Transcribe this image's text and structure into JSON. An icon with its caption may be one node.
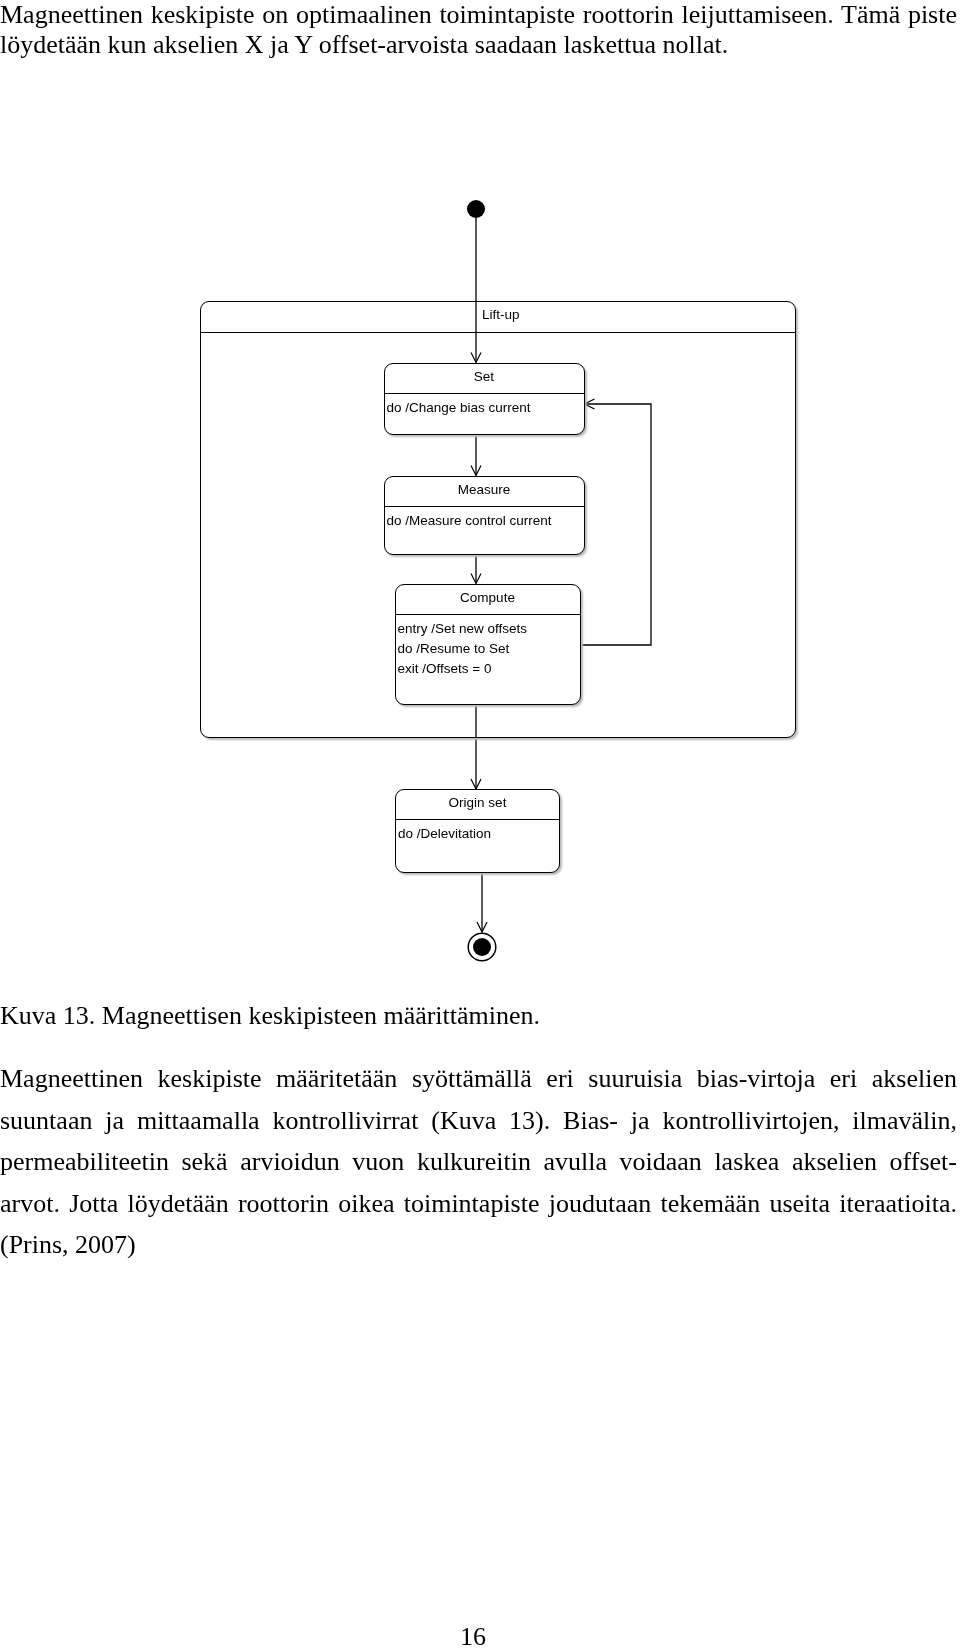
{
  "diagram": {
    "caption": "Kuva 13. Magneettisen keskipisteen määrittäminen.",
    "nodes": [
      {
        "text": [],
        "shape": "circle"
      },
      {
        "text": [
          "Lift-up"
        ]
      },
      {
        "text": [
          "Set",
          "do /Change bias current"
        ],
        "in": 1
      },
      {
        "text": [
          "Measure",
          "do /Measure control current"
        ],
        "in": 1
      },
      {
        "text": [
          "Compute",
          "entry /Set new offsets",
          "do /Resume to Set",
          "exit /Offsets = 0"
        ],
        "in": 1
      },
      {
        "text": [
          "Origin set",
          "do /Delevitation"
        ]
      },
      {
        "text": [],
        "shape": "circle"
      }
    ],
    "edges": [
      {
        "from": 0,
        "to": 2,
        "arrow": "to"
      },
      {
        "from": 2,
        "to": 3,
        "arrow": "to"
      },
      {
        "from": 3,
        "to": 4,
        "arrow": "to"
      },
      {
        "from": 4,
        "to": 2,
        "arrow": "to"
      },
      {
        "from": 4,
        "to": 5,
        "arrow": "to"
      },
      {
        "from": 5,
        "to": 6,
        "arrow": "to"
      }
    ],
    "labels": [
      "Magneettinen keskipiste on optimaalinen toimintapiste roottorin leijuttamiseen. Tämä piste löydetään kun akselien X ja Y offset-arvoista saadaan laskettua nollat.",
      "Magneettinen keskipiste määritetään syöttämällä eri suuruisia bias-virtoja eri akselien suuntaan ja mittaamalla kontrollivirrat (Kuva 13). Bias- ja kontrollivirtojen, ilmavälin, permeabiliteetin sekä arvioidun vuon kulkureitin avulla voidaan laskea akselien offset-arvot. Jotta löydetään roottorin oikea toimintapiste joudutaan tekemään useita iteraatioita. (Prins, 2007)",
      "16"
    ]
  }
}
